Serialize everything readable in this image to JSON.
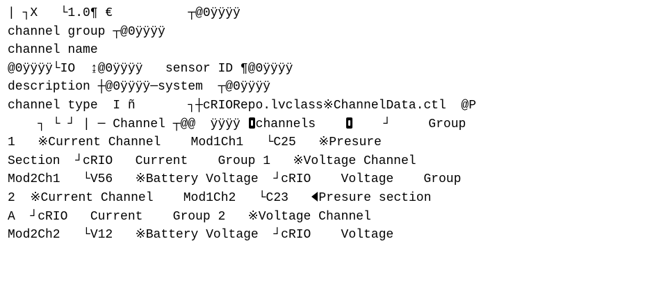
{
  "lines": [
    "| ┐X   └1.0¶ €          ┬@0ÿÿÿÿ",
    "channel group ┬@0ÿÿÿÿ",
    "channel name",
    "@0ÿÿÿÿ└IO  ↨@0ÿÿÿÿ   sensor ID ¶@0ÿÿÿÿ",
    "description ┼@0ÿÿÿÿ─system  ┬@0ÿÿÿÿ",
    "channel type  I ñ       ┐┼cRIORepo.lvclass※ChannelData.ctl  @P",
    "    ┐ └ ┘ | ─ Channel ┬@@  ÿÿÿÿ ",
    "channels    ",
    "    ┘     Group",
    "1   ※Current Channel    Mod1Ch1   └C25   ※Presure",
    "Section  ┘cRIO   Current    Group 1   ※Voltage Channel",
    "Mod2Ch1   └V56   ※Battery Voltage  ┘cRIO    Voltage    Group",
    "2  ※Current Channel    Mod1Ch2   └C23   ",
    "Presure section",
    "A  ┘cRIO   Current    Group 2   ※Voltage Channel",
    "Mod2Ch2   └V12   ※Battery Voltage  ┘cRIO    Voltage"
  ]
}
